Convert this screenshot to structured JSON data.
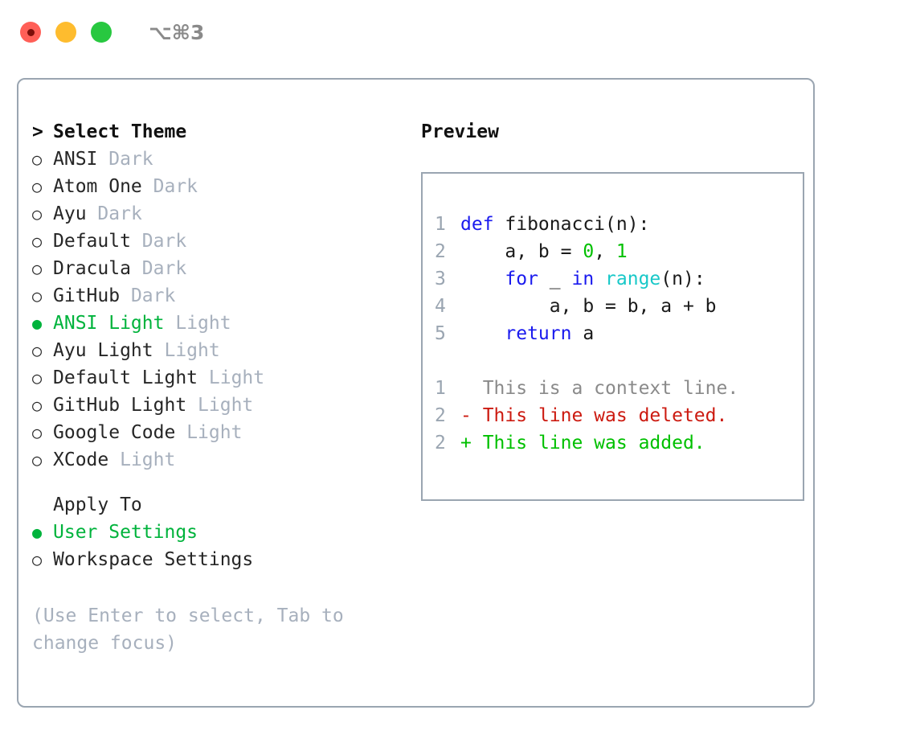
{
  "titlebar": {
    "shortcut": "⌥⌘3",
    "lights": [
      {
        "name": "close",
        "color": "#ff5f57"
      },
      {
        "name": "minimize",
        "color": "#febc2e"
      },
      {
        "name": "maximize",
        "color": "#28c840"
      }
    ]
  },
  "theme_picker": {
    "caret": ">",
    "heading": "Select Theme",
    "bullet_unselected": "○",
    "bullet_selected": "●",
    "items": [
      {
        "label": "ANSI",
        "suffix": "Dark",
        "selected": false
      },
      {
        "label": "Atom One",
        "suffix": "Dark",
        "selected": false
      },
      {
        "label": "Ayu",
        "suffix": "Dark",
        "selected": false
      },
      {
        "label": "Default",
        "suffix": "Dark",
        "selected": false
      },
      {
        "label": "Dracula",
        "suffix": "Dark",
        "selected": false
      },
      {
        "label": "GitHub",
        "suffix": "Dark",
        "selected": false
      },
      {
        "label": "ANSI Light",
        "suffix": "Light",
        "selected": true
      },
      {
        "label": "Ayu Light",
        "suffix": "Light",
        "selected": false
      },
      {
        "label": "Default Light",
        "suffix": "Light",
        "selected": false
      },
      {
        "label": "GitHub Light",
        "suffix": "Light",
        "selected": false
      },
      {
        "label": "Google Code",
        "suffix": "Light",
        "selected": false
      },
      {
        "label": "XCode",
        "suffix": "Light",
        "selected": false
      }
    ]
  },
  "apply_to": {
    "heading": "Apply To",
    "items": [
      {
        "label": "User Settings",
        "selected": true
      },
      {
        "label": "Workspace Settings",
        "selected": false
      }
    ]
  },
  "hint": "(Use Enter to select, Tab to change focus)",
  "preview": {
    "title": "Preview",
    "code_lines": [
      {
        "no": "1",
        "tokens": [
          {
            "t": "def",
            "c": "kw"
          },
          {
            "t": " fibonacci(n):",
            "c": "id"
          }
        ]
      },
      {
        "no": "2",
        "tokens": [
          {
            "t": "    a, b = ",
            "c": "id"
          },
          {
            "t": "0",
            "c": "num"
          },
          {
            "t": ", ",
            "c": "id"
          },
          {
            "t": "1",
            "c": "num"
          }
        ]
      },
      {
        "no": "3",
        "tokens": [
          {
            "t": "    ",
            "c": "id"
          },
          {
            "t": "for",
            "c": "kw"
          },
          {
            "t": " _ ",
            "c": "id"
          },
          {
            "t": "in",
            "c": "kw"
          },
          {
            "t": " ",
            "c": "id"
          },
          {
            "t": "range",
            "c": "fn"
          },
          {
            "t": "(n):",
            "c": "id"
          }
        ]
      },
      {
        "no": "4",
        "tokens": [
          {
            "t": "        a, b = b, a + b",
            "c": "id"
          }
        ]
      },
      {
        "no": "5",
        "tokens": [
          {
            "t": "    ",
            "c": "id"
          },
          {
            "t": "return",
            "c": "kw"
          },
          {
            "t": " a",
            "c": "id"
          }
        ]
      }
    ],
    "diff_lines": [
      {
        "no": "1",
        "marker": "  ",
        "text": "This is a context line.",
        "kind": "ctx"
      },
      {
        "no": "2",
        "marker": "- ",
        "text": "This line was deleted.",
        "kind": "del"
      },
      {
        "no": "2",
        "marker": "+ ",
        "text": "This line was added.",
        "kind": "add"
      }
    ]
  },
  "colors": {
    "border": "#9aa5b1",
    "accent_green": "#00b33c",
    "muted": "#a7b0bd",
    "keyword": "#1a1aee",
    "function": "#18c8c8",
    "number": "#00c000",
    "diff_delete": "#cc1a10",
    "diff_add": "#00c000",
    "diff_context": "#8a8a8a"
  }
}
